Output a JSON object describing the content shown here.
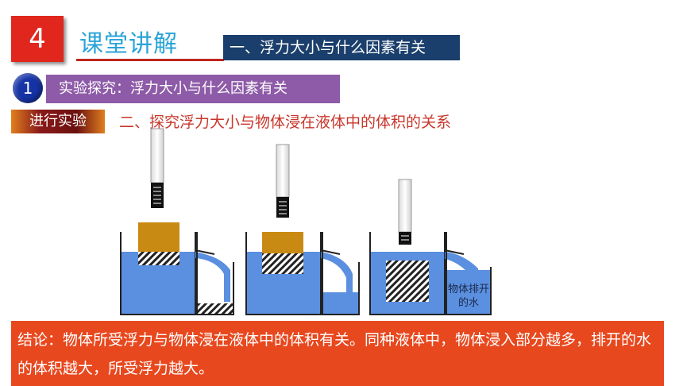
{
  "header": {
    "section_number": "4",
    "title": "课堂讲解",
    "topic": "一、浮力大小与什么因素有关"
  },
  "subheader": {
    "index": "1",
    "label": "实验探究：浮力大小与什么因素有关"
  },
  "experiment": {
    "tag": "进行实验",
    "title": "二、探究浮力大小与物体浸在液体中的体积的关系",
    "overflow_note": "物体排开的水"
  },
  "conclusion": {
    "text": "结论：物体所受浮力与物体浸在液体中的体积有关。同种液体中，物体浸入部分越多，排开的水的体积越大，所受浮力越大。"
  },
  "colors": {
    "accent_red": "#e0261d",
    "title_blue": "#2aa3d8",
    "topic_navy": "#1b3f6c",
    "subtopic_purple": "#8e5ba8",
    "water_blue": "#5b8fe0",
    "object_gold": "#c98a14",
    "conclusion_orange": "#e8481e"
  }
}
